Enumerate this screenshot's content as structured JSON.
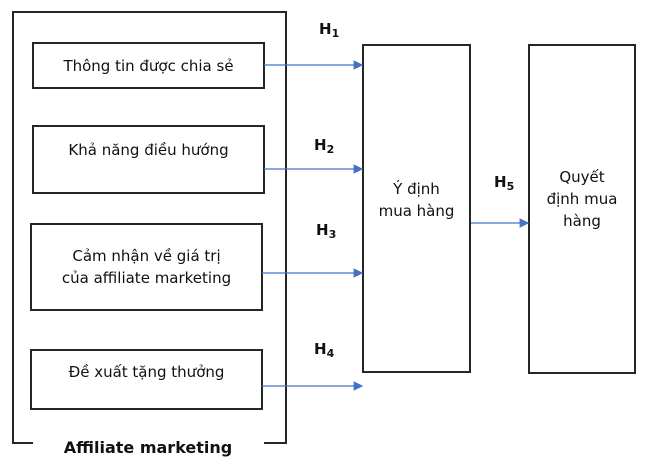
{
  "group_label": "Affiliate marketing",
  "factors": [
    {
      "label": "Thông tin được chia sẻ"
    },
    {
      "label": "Khả năng điều hướng"
    },
    {
      "label": "Cảm nhận về giá trị của affiliate marketing"
    },
    {
      "label": "Đề xuất tặng thưởng"
    }
  ],
  "intention": "Ý định mua hàng",
  "decision": "Quyết định mua hàng",
  "hypotheses": [
    {
      "h": "H",
      "n": "1"
    },
    {
      "h": "H",
      "n": "2"
    },
    {
      "h": "H",
      "n": "3"
    },
    {
      "h": "H",
      "n": "4"
    },
    {
      "h": "H",
      "n": "5"
    }
  ],
  "colors": {
    "arrow": "#4472C4",
    "border": "#262626"
  }
}
